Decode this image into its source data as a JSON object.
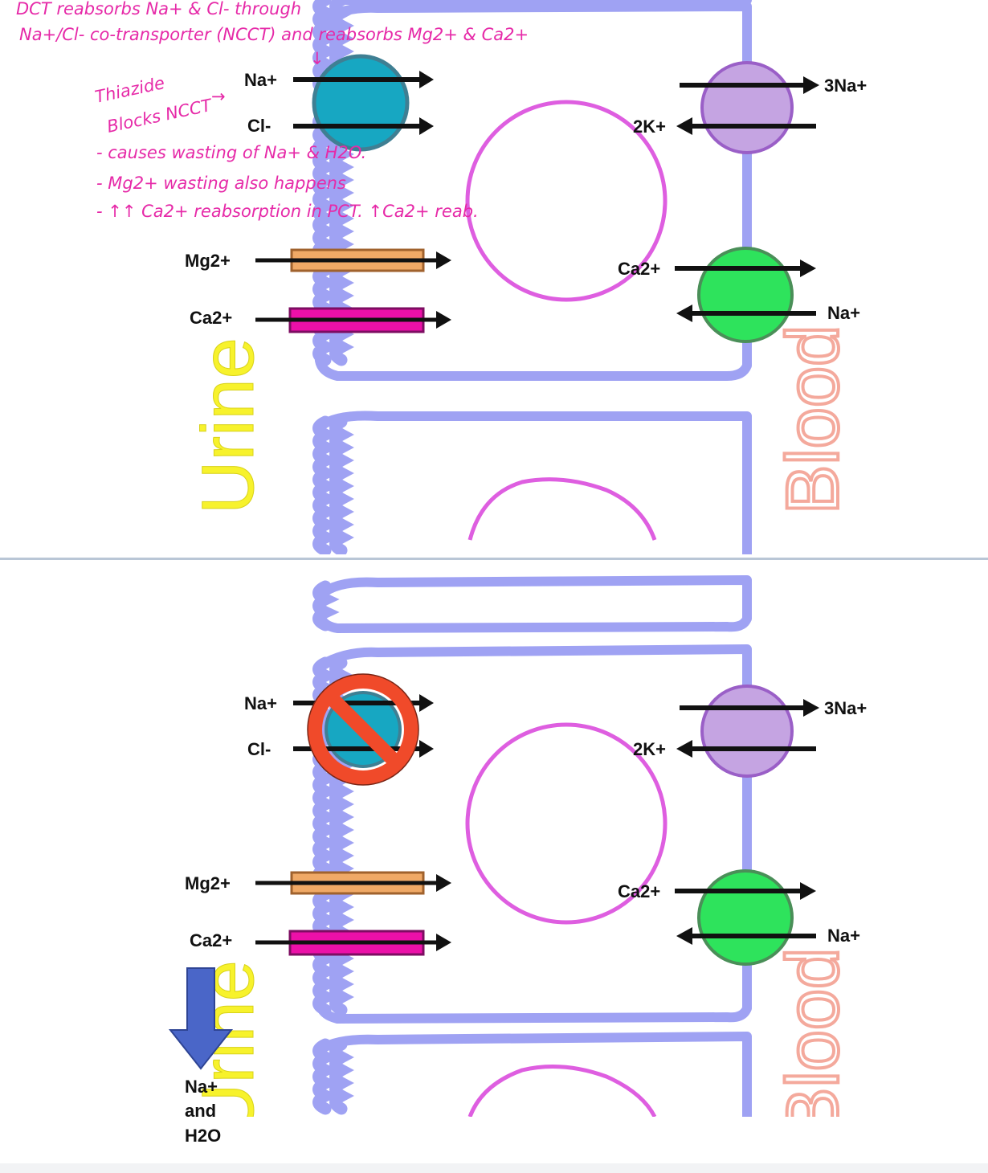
{
  "labels": {
    "na_in": "Na+",
    "cl_in": "Cl-",
    "mg_in": "Mg2+",
    "ca_in": "Ca2+",
    "k_blood": "2K+",
    "na3_blood": "3Na+",
    "ca_blood": "Ca2+",
    "na_blood": "Na+",
    "urine": "Urine",
    "blood": "Blood"
  },
  "handwritten_notes": {
    "line1": "DCT reabsorbs Na+ & Cl- through",
    "line2": "Na+/Cl- co-transporter (NCCT) and reabsorbs Mg2+ & Ca2+",
    "arrow_mark": "↓",
    "thiazide": "Thiazide",
    "blocks": "Blocks NCCT",
    "pointer": "→",
    "bullet1": "- causes wasting of Na+ & H2O.",
    "bullet2": "- Mg2+ wasting also happens",
    "bullet3": "- ↑↑ Ca2+ reabsorption in PCT. ↑Ca2+ reab."
  },
  "outflow": {
    "line1": "Na+",
    "line2": "and",
    "line3": "H2O"
  },
  "colors": {
    "membrane": "#9fa2f3",
    "ncct": "#17a7c2",
    "na_k_pump": "#c5a4e2",
    "ca_na_exchanger": "#2ee35c",
    "mg_channel": "#f0a966",
    "ca_channel": "#ec10a8",
    "nucleus": "#de5ee0",
    "block_sign": "#f04a2a",
    "urine_text": "#f7f22c",
    "blood_text": "#f4a99c",
    "outflow_arrow": "#4a66c8",
    "notes": "#e62aa8"
  },
  "icons": {
    "block": "prohibition-icon",
    "outflow": "down-arrow-icon"
  }
}
